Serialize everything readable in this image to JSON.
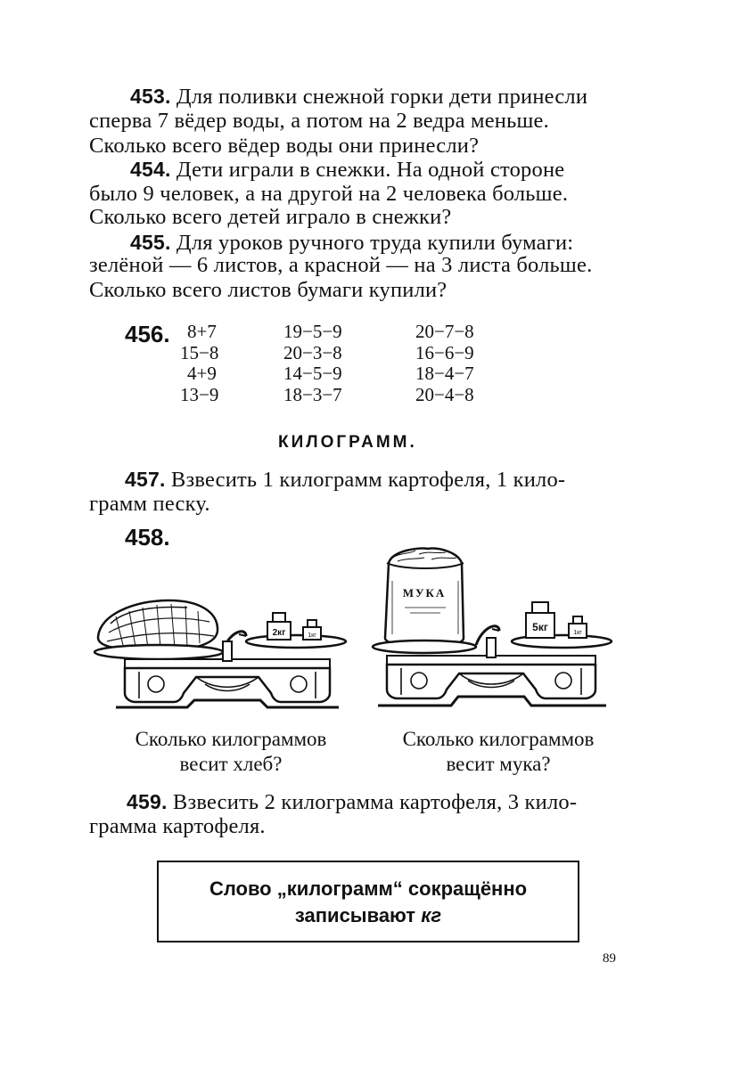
{
  "problems": {
    "p453": {
      "number": "453.",
      "line1": "Для поливки снежной горки дети принесли",
      "line2": "сперва 7 вёдер воды, а потом на 2 ведра меньше.",
      "line3": "Сколько всего вёдер воды они принесли?"
    },
    "p454": {
      "number": "454.",
      "line1": "Дети играли в снежки. На одной стороне",
      "line2": "было 9 человек, а на другой на 2 человека больше.",
      "line3": "Сколько всего детей играло в снежки?"
    },
    "p455": {
      "number": "455.",
      "line1": "Для уроков ручного труда купили бумаги:",
      "line2": "зелёной — 6 листов, а красной — на 3 листа больше.",
      "line3": "Сколько всего листов бумаги купили?"
    },
    "p456": {
      "number": "456.",
      "col1": [
        "8+7",
        "15−8",
        "4+9",
        "13−9"
      ],
      "col2": [
        "19−5−9",
        "20−3−8",
        "14−5−9",
        "18−3−7"
      ],
      "col3": [
        "20−7−8",
        "16−6−9",
        "18−4−7",
        "20−4−8"
      ]
    },
    "p457": {
      "number": "457.",
      "line1": "Взвесить 1 килограмм картофеля, 1 кило-",
      "line2": "грамм песку."
    },
    "p458": {
      "number": "458."
    },
    "p459": {
      "number": "459.",
      "line1": "Взвесить 2 килограмма картофеля, 3 кило-",
      "line2": "грамма картофеля."
    }
  },
  "section_heading": "КИЛОГРАММ.",
  "illustrations": {
    "left": {
      "weight_big": "2кг",
      "weight_small": "1кг",
      "caption1": "Сколько килограммов",
      "caption2": "весит хлеб?"
    },
    "right": {
      "sack_label": "МУКА",
      "weight_big": "5кг",
      "weight_small": "1кг",
      "caption1": "Сколько килограммов",
      "caption2": "весит мука?"
    }
  },
  "rule": {
    "line1": "Слово „килограмм“ сокращённо",
    "line2_prefix": "записывают ",
    "line2_abbrev": "кг"
  },
  "page_number": "89"
}
